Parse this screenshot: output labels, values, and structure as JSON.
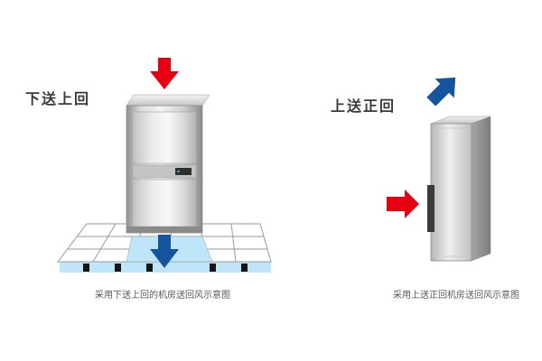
{
  "colors": {
    "arrow-red": "#e60012",
    "arrow-blue": "#15559e",
    "floor-blue": "#bfe6f8",
    "title-color": "#3a3a3a",
    "caption-color": "#595959"
  },
  "left_figure": {
    "title": "下送上回",
    "caption": "采用下送上回的机房送回风示意图"
  },
  "right_figure": {
    "title": "上送正回",
    "caption": "采用上送正回机房送回风示意图"
  }
}
